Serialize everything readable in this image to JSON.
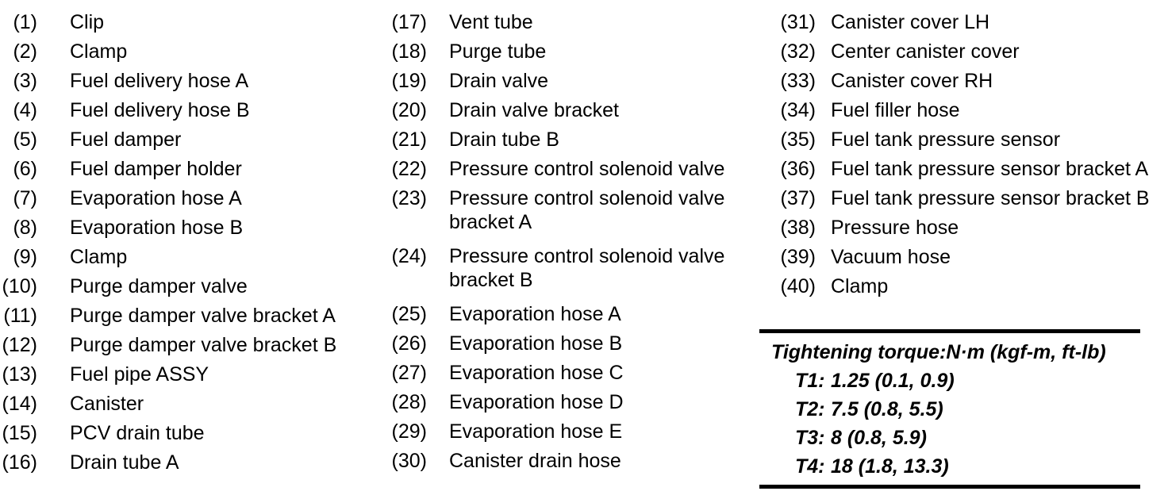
{
  "page": {
    "background_color": "#ffffff",
    "text_color": "#000000"
  },
  "parts_list": {
    "columns": [
      {
        "items": [
          {
            "num": "(1)",
            "label": "Clip"
          },
          {
            "num": "(2)",
            "label": "Clamp"
          },
          {
            "num": "(3)",
            "label": "Fuel delivery hose A"
          },
          {
            "num": "(4)",
            "label": "Fuel delivery hose B"
          },
          {
            "num": "(5)",
            "label": "Fuel damper"
          },
          {
            "num": "(6)",
            "label": "Fuel damper holder"
          },
          {
            "num": "(7)",
            "label": "Evaporation hose A"
          },
          {
            "num": "(8)",
            "label": "Evaporation hose B"
          },
          {
            "num": "(9)",
            "label": "Clamp"
          },
          {
            "num": "(10)",
            "label": "Purge damper valve"
          },
          {
            "num": "(11)",
            "label": "Purge damper valve bracket A"
          },
          {
            "num": "(12)",
            "label": "Purge damper valve bracket B"
          },
          {
            "num": "(13)",
            "label": "Fuel pipe ASSY"
          },
          {
            "num": "(14)",
            "label": "Canister"
          },
          {
            "num": "(15)",
            "label": "PCV drain tube"
          },
          {
            "num": "(16)",
            "label": "Drain tube A"
          }
        ]
      },
      {
        "items": [
          {
            "num": "(17)",
            "label": "Vent tube"
          },
          {
            "num": "(18)",
            "label": "Purge tube"
          },
          {
            "num": "(19)",
            "label": "Drain valve"
          },
          {
            "num": "(20)",
            "label": "Drain valve bracket"
          },
          {
            "num": "(21)",
            "label": "Drain tube B"
          },
          {
            "num": "(22)",
            "label": "Pressure control solenoid valve"
          },
          {
            "num": "(23)",
            "label": "Pressure control solenoid valve bracket A"
          },
          {
            "num": "(24)",
            "label": "Pressure control solenoid valve bracket B"
          },
          {
            "num": "(25)",
            "label": "Evaporation hose A"
          },
          {
            "num": "(26)",
            "label": "Evaporation hose B"
          },
          {
            "num": "(27)",
            "label": "Evaporation hose C"
          },
          {
            "num": "(28)",
            "label": "Evaporation hose D"
          },
          {
            "num": "(29)",
            "label": "Evaporation hose E"
          },
          {
            "num": "(30)",
            "label": "Canister drain hose"
          }
        ]
      },
      {
        "items": [
          {
            "num": "(31)",
            "label": "Canister cover LH"
          },
          {
            "num": "(32)",
            "label": "Center canister cover"
          },
          {
            "num": "(33)",
            "label": "Canister cover RH"
          },
          {
            "num": "(34)",
            "label": "Fuel filler hose"
          },
          {
            "num": "(35)",
            "label": "Fuel tank pressure sensor"
          },
          {
            "num": "(36)",
            "label": "Fuel tank pressure sensor bracket A"
          },
          {
            "num": "(37)",
            "label": "Fuel tank pressure sensor bracket B"
          },
          {
            "num": "(38)",
            "label": "Pressure hose"
          },
          {
            "num": "(39)",
            "label": "Vacuum hose"
          },
          {
            "num": "(40)",
            "label": "Clamp"
          }
        ]
      }
    ]
  },
  "torque_table": {
    "title": "Tightening torque:N·m (kgf-m, ft-lb)",
    "rows": [
      {
        "id": "T1:",
        "value": "1.25 (0.1, 0.9)"
      },
      {
        "id": "T2:",
        "value": "7.5 (0.8, 5.5)"
      },
      {
        "id": "T3:",
        "value": "8 (0.8, 5.9)"
      },
      {
        "id": "T4:",
        "value": "18 (1.8, 13.3)"
      }
    ]
  }
}
